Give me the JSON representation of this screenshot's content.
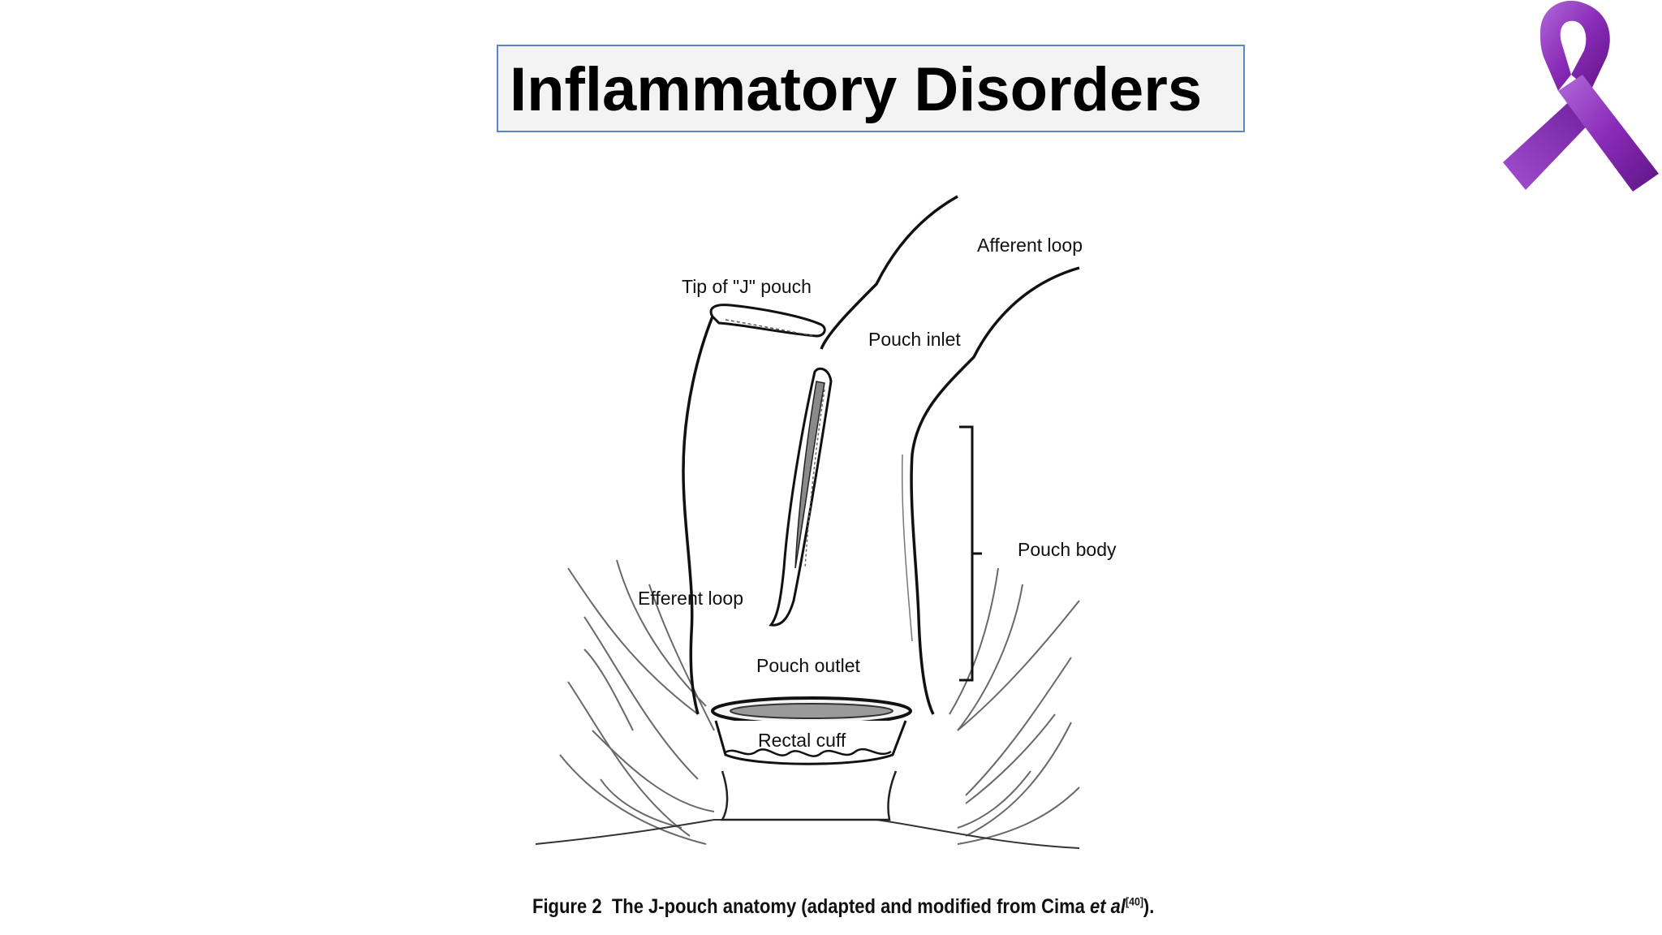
{
  "slide": {
    "title": "Inflammatory Disorders",
    "ribbon_icon": "awareness-ribbon-icon",
    "ribbon_color": "#8a2bb8",
    "title_border_color": "#5b86c4"
  },
  "diagram": {
    "labels": {
      "afferent_loop": "Afferent loop",
      "tip_j_pouch": "Tip of \"J\" pouch",
      "pouch_inlet": "Pouch inlet",
      "pouch_body": "Pouch body",
      "efferent_loop": "Efferent loop",
      "pouch_outlet": "Pouch outlet",
      "rectal_cuff": "Rectal cuff"
    }
  },
  "caption": {
    "prefix": "Figure 2",
    "text": "The J-pouch anatomy (adapted and modified from Cima ",
    "italic": "et al",
    "ref": "[40]",
    "suffix": ")."
  }
}
